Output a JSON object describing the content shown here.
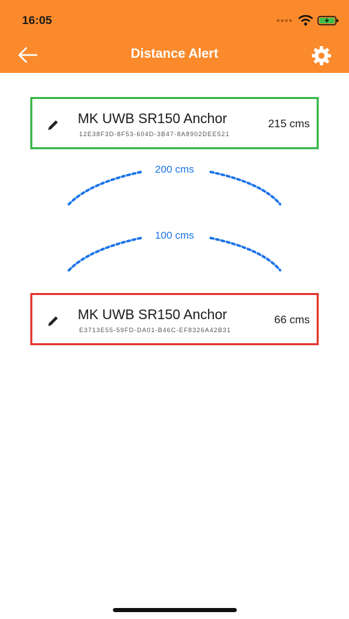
{
  "status": {
    "time": "16:05"
  },
  "header": {
    "title": "Distance Alert"
  },
  "colors": {
    "header": "#fb8a2c",
    "near": "#e53935",
    "far": "#3cb84a",
    "arc": "#1a73e8"
  },
  "icons": {
    "back": "arrow-left-icon",
    "settings": "gear-icon",
    "edit": "pencil-icon"
  },
  "anchors": [
    {
      "name": "MK UWB SR150 Anchor",
      "id": "12E38F3D-8F53-604D-3B47-8A8902DEE521",
      "distance": "215 cms",
      "status": "far"
    },
    {
      "name": "MK UWB SR150 Anchor",
      "id": "E3713E55-59FD-DA01-B46C-EF8326A42B31",
      "distance": "66 cms",
      "status": "near"
    }
  ],
  "thresholds": [
    {
      "label": "200 cms"
    },
    {
      "label": "100 cms"
    }
  ]
}
